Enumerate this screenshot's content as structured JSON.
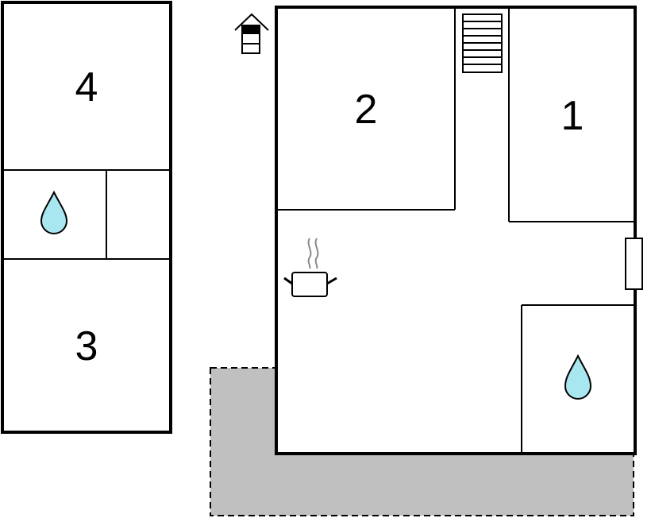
{
  "floor_plan": {
    "rooms": [
      {
        "label": "4"
      },
      {
        "label": "3"
      },
      {
        "label": "2"
      },
      {
        "label": "1"
      }
    ],
    "icons": {
      "orientation": "house-orientation-icon",
      "stairs": "stairs-icon",
      "kitchen": "cooking-pot-icon",
      "bathroom": "water-drop-icon",
      "terrace": "terrace-area",
      "window": "window-icon"
    },
    "colors": {
      "walls": "#000000",
      "water_drop": "#a8e6f0",
      "terrace": "#c0c0c0",
      "background": "#ffffff"
    }
  }
}
